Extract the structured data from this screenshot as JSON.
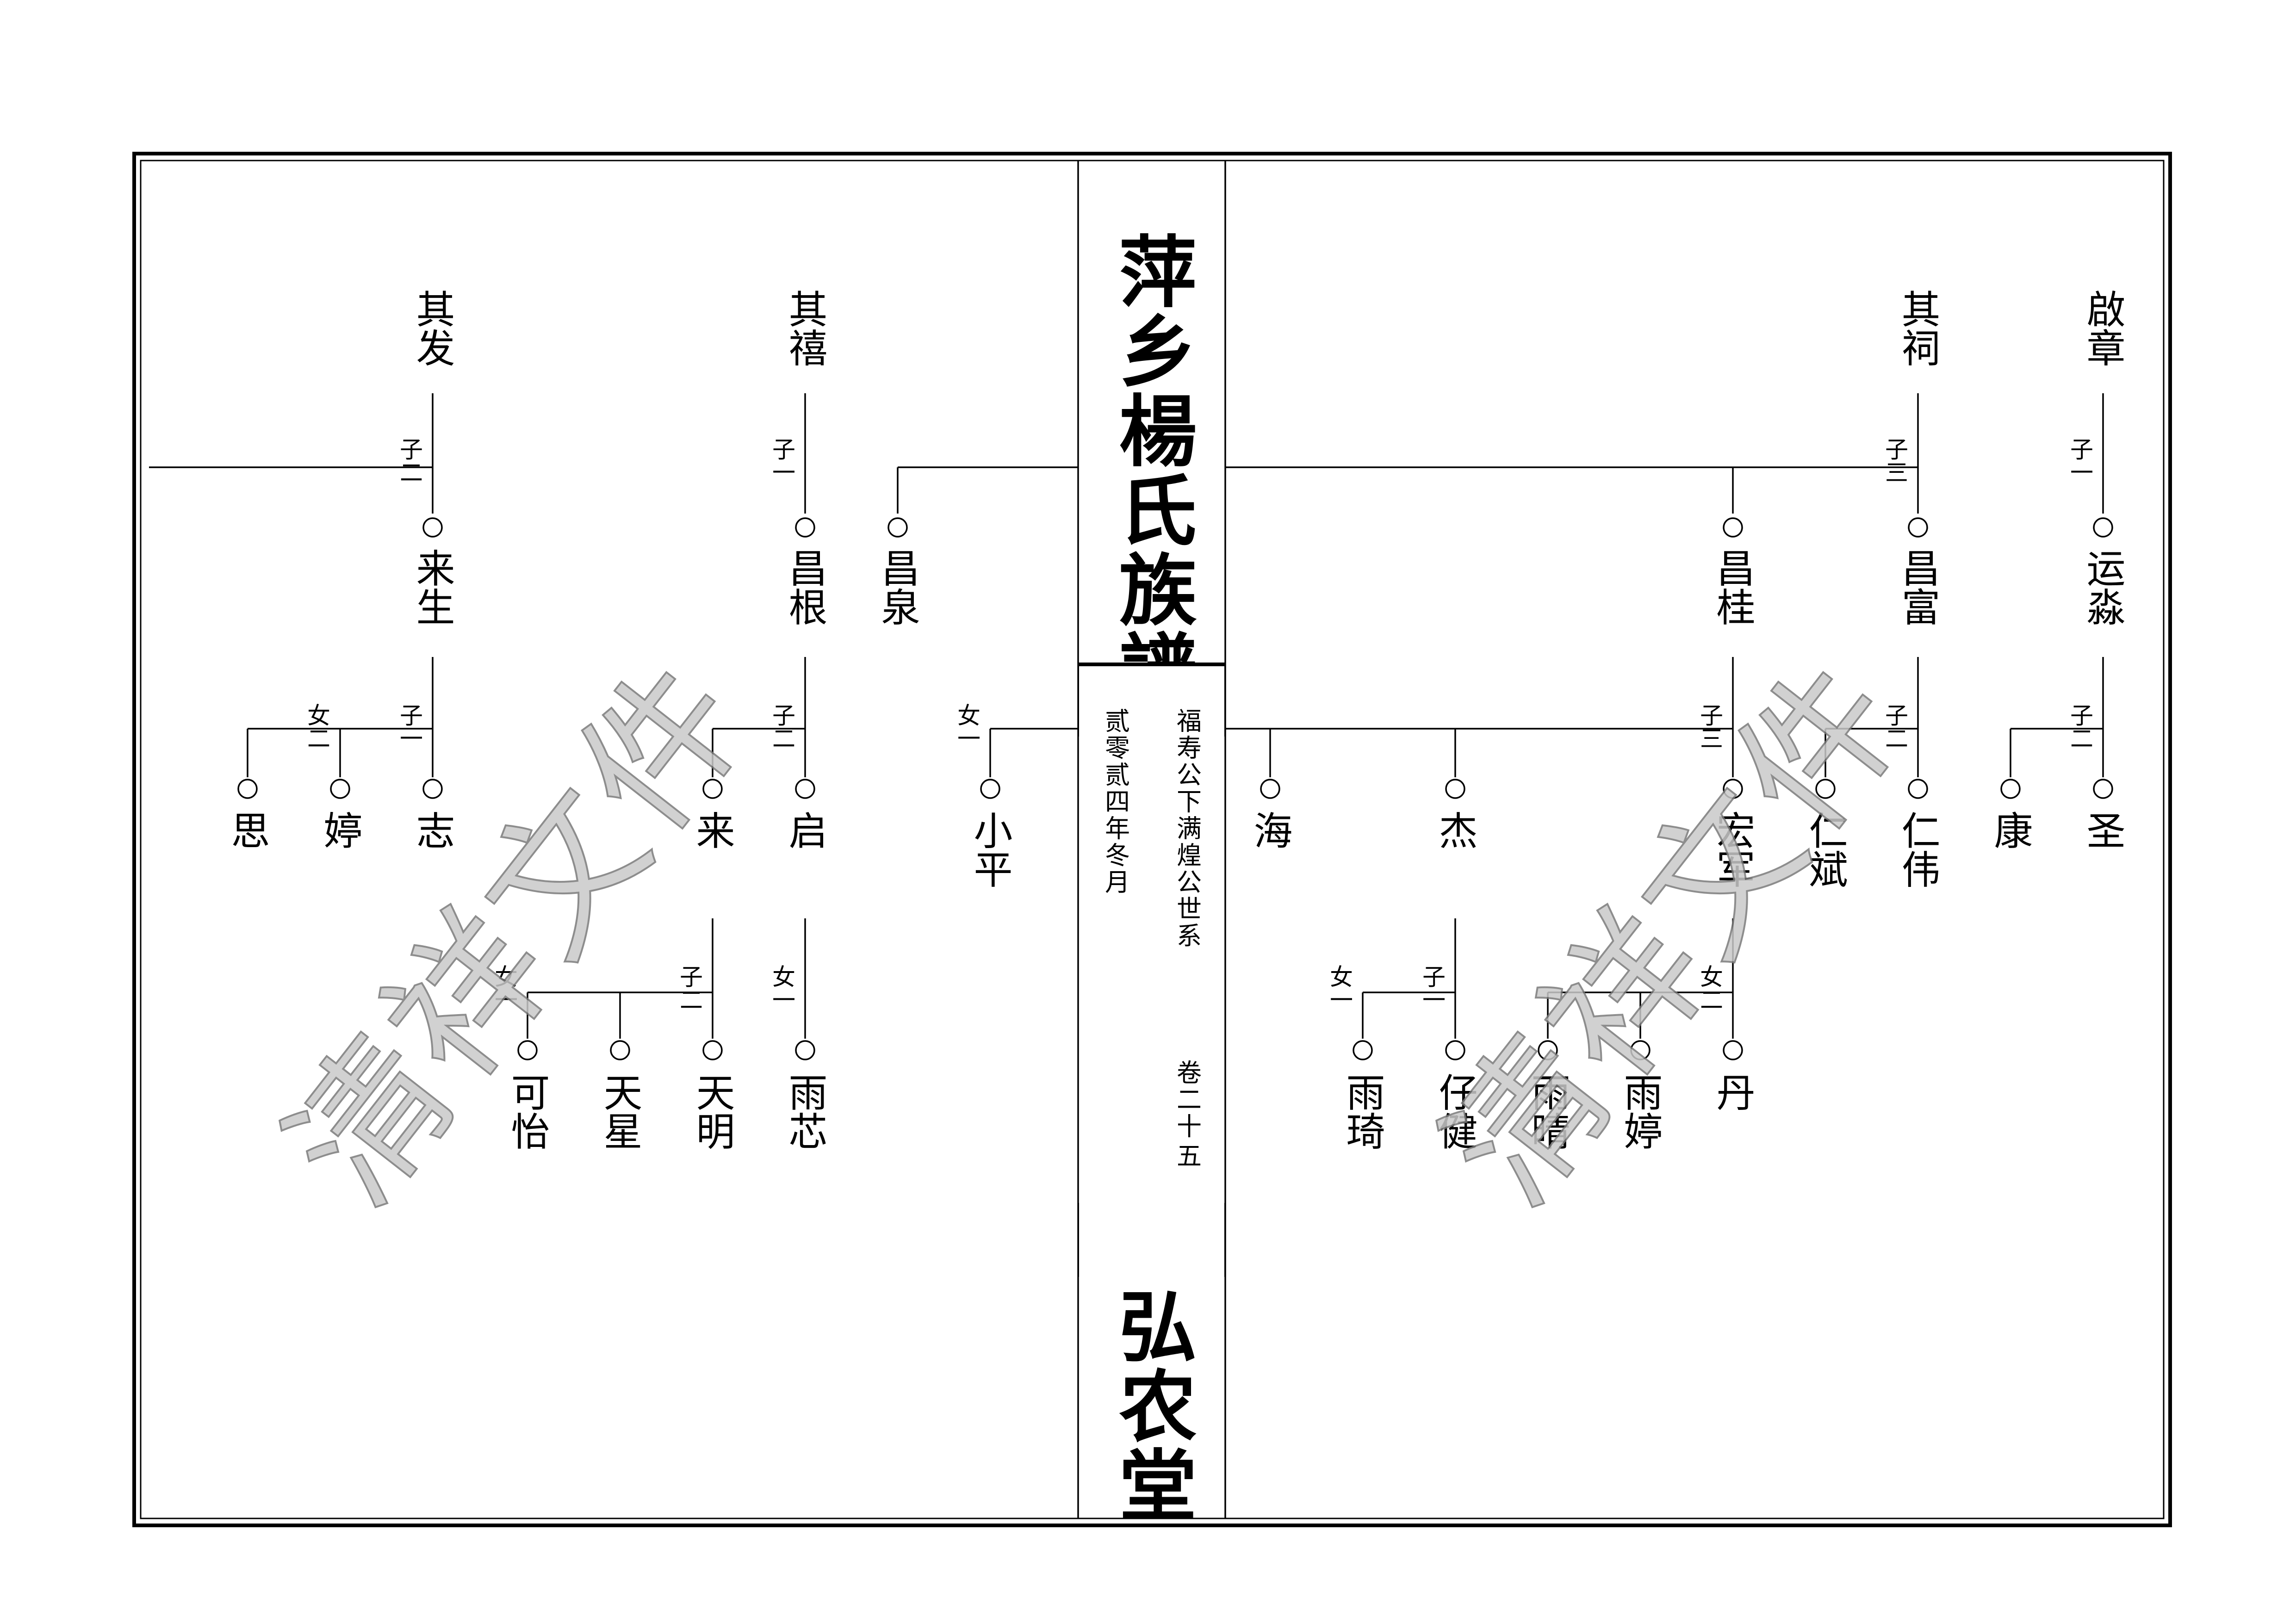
{
  "title": "萍乡楊氏族譜",
  "hall": "弘农堂",
  "spine_lineage": "福寿公下满煌公世系",
  "spine_volume": "卷二十",
  "spine_page": "五",
  "spine_date": "贰零贰四年冬月",
  "watermark": "清祥文件",
  "people": {
    "qifa": "其发",
    "qixi": "其禧",
    "qici": "其祠",
    "qizhang": "啟章",
    "laisheng": "来生",
    "changgen": "昌根",
    "changquan": "昌泉",
    "changgui": "昌桂",
    "changfu": "昌富",
    "yunmiao": "运淼",
    "si": "思",
    "ting": "婷",
    "zhi": "志",
    "lai": "来",
    "qi": "启",
    "xiaoping": "小平",
    "hai": "海",
    "jie": "杰",
    "hongjun": "宏军",
    "renbin": "仁斌",
    "renwei": "仁伟",
    "kang": "康",
    "sheng": "圣",
    "keyi": "可怡",
    "tianxing": "天星",
    "tianming": "天明",
    "yuxin": "雨芯",
    "yuqi": "雨琦",
    "zijian": "仔健",
    "yuqing": "雨晴",
    "yuting": "雨婷",
    "dan": "丹"
  },
  "labels": {
    "son1": "子一",
    "son2": "子二",
    "son3": "子三",
    "dau1": "女一",
    "dau2": "女二"
  }
}
